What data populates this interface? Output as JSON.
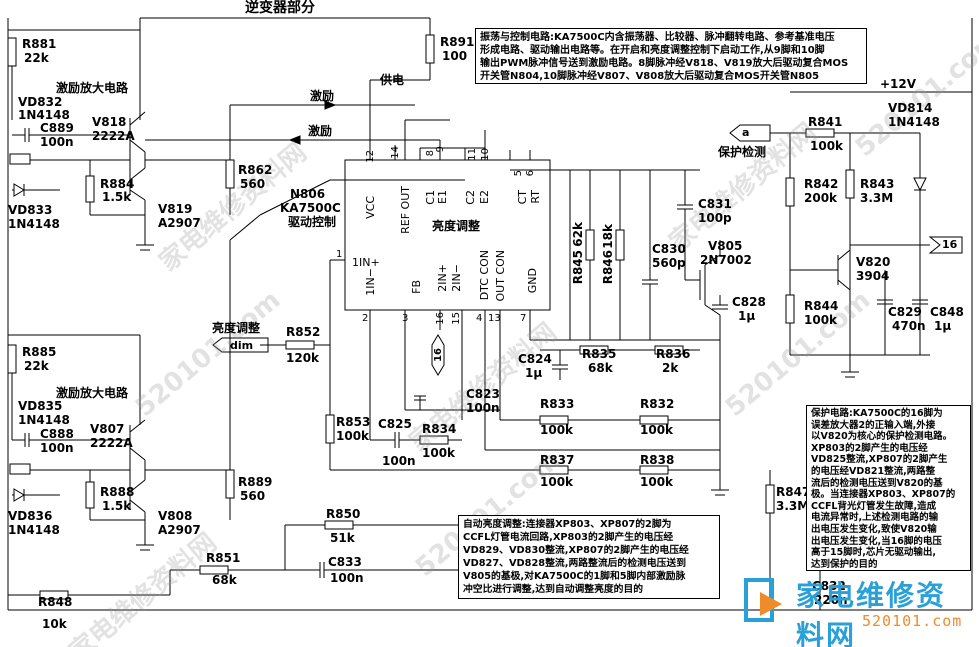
{
  "title": "逆变器部分",
  "sections": {
    "excite_top": "激励放大电路",
    "excite_bottom": "激励放大电路"
  },
  "signals": {
    "supply": "供电",
    "excite1": "激励",
    "excite2": "激励",
    "protect": "保护检测",
    "brightness": "亮度调整",
    "plus12v": "+12V"
  },
  "connectors": {
    "a": "a",
    "sixteen_right": "16",
    "sixteen_mid": "16",
    "dim": "dim"
  },
  "ic": {
    "ref": "N806",
    "part": "KA7500C",
    "desc": "驱动控制",
    "func": "亮度调整",
    "pins_top_names": [
      "VCC",
      "REF OUT",
      "C1",
      "E1",
      "C2",
      "E2",
      "CT",
      "RT"
    ],
    "pins_top_nums": [
      "12",
      "14",
      "8",
      "9",
      "11",
      "10",
      "5",
      "6"
    ],
    "pins_bottom_names": [
      "1IN−",
      "FB",
      "2IN+",
      "2IN−",
      "DTC CON",
      "OUT CON",
      "GND"
    ],
    "pins_bottom_nums": [
      "2",
      "3",
      "16",
      "15",
      "4",
      "13",
      "7"
    ],
    "pin_left_num": "1",
    "pin_left_name": "1IN+"
  },
  "components": {
    "R881": [
      "R881",
      "22k"
    ],
    "VD832": [
      "VD832",
      "1N4148"
    ],
    "C889": [
      "C889",
      "100n"
    ],
    "V818": [
      "V818",
      "2222A"
    ],
    "V819": [
      "V819",
      "A2907"
    ],
    "R884": [
      "R884",
      "1.5k"
    ],
    "VD833": [
      "VD833",
      "1N4148"
    ],
    "R862": [
      "R862",
      "560"
    ],
    "R891": [
      "R891",
      "100"
    ],
    "R885": [
      "R885",
      "22k"
    ],
    "VD835": [
      "VD835",
      "1N4148"
    ],
    "C888": [
      "C888",
      "100n"
    ],
    "V807": [
      "V807",
      "2222A"
    ],
    "V808": [
      "V808",
      "A2907"
    ],
    "R888": [
      "R888",
      "1.5k"
    ],
    "VD836": [
      "VD836",
      "1N4148"
    ],
    "R889": [
      "R889",
      "560"
    ],
    "R852": [
      "R852",
      "120k"
    ],
    "R853": [
      "R853",
      "100k"
    ],
    "C825": [
      "C825",
      "100n"
    ],
    "R834": [
      "R834",
      "100k"
    ],
    "C823": [
      "C823",
      "100n"
    ],
    "C824": [
      "C824",
      "1μ"
    ],
    "R835": [
      "R835",
      "68k"
    ],
    "R836": [
      "R836",
      "2k"
    ],
    "R833": [
      "R833",
      "100k"
    ],
    "R832": [
      "R832",
      "100k"
    ],
    "R837": [
      "R837",
      "100k"
    ],
    "R838": [
      "R838",
      "100k"
    ],
    "R845": [
      "R845",
      "62k"
    ],
    "R846": [
      "R846",
      "18k"
    ],
    "C830": [
      "C830",
      "560p"
    ],
    "C831": [
      "C831",
      "100p"
    ],
    "V805": [
      "V805",
      "2N7002"
    ],
    "C828": [
      "C828",
      "1μ"
    ],
    "R850": [
      "R850",
      "51k"
    ],
    "C833": [
      "C833",
      "100n"
    ],
    "R851": [
      "R851",
      "68k"
    ],
    "R848": [
      "R848",
      "10k"
    ],
    "R847": [
      "R847",
      "3.3M"
    ],
    "C832": [
      "C832",
      "220n"
    ],
    "R841": [
      "R841",
      "100k"
    ],
    "VD814": [
      "VD814",
      "1N4148"
    ],
    "R842": [
      "R842",
      "200k"
    ],
    "R843": [
      "R843",
      "3.3M"
    ],
    "V820": [
      "V820",
      "3904"
    ],
    "R844": [
      "R844",
      "100k"
    ],
    "C829": [
      "C829",
      "470n"
    ],
    "C848": [
      "C848",
      "1μ"
    ]
  },
  "notes": {
    "osc": [
      "振荡与控制电路:KA7500C内含振荡器、比较器、脉冲翻转电路、参考基准电压",
      "形成电路、驱动输出电路等。在开启和亮度调整控制下启动工作,从9脚和10脚",
      "输出PWM脉冲信号送到激励电路。8脚脉冲经V818、V819放大后驱动复合MOS",
      "开关管N804,10脚脉冲经V807、V808放大后驱动复合MOS开关管N805"
    ],
    "protect": [
      "保护电路:KA7500C的16脚为",
      "误差放大器2的正输入端,外接",
      "以V820为核心的保护检测电路。",
      "XP803的2脚产生的电压经",
      "VD825整流,XP807的2脚产生",
      "的电压经VD821整流,两路整",
      "流后的检测电压送到V820的基",
      "极。当连接器XP803、XP807的",
      "CCFL背光灯管发生故障,造成",
      "电流异常时,上述检测电路的输",
      "出电压发生变化,致使V820输",
      "出电压发生变化,当16脚的电压",
      "高于15脚时,芯片无驱动输出,",
      "达到保护的目的"
    ],
    "auto": [
      "自动亮度调整:连接器XP803、XP807的2脚为",
      "CCFL灯管电流回路,XP803的2脚产生的电压经",
      "VD829、VD830整流,XP807的2脚产生的电压经",
      "VD827、VD828整流,两路整流后的检测电压送到",
      "V805的基极,对KA7500C的1脚和5脚内部激励脉",
      "冲空比进行调整,达到自动调整亮度的目的"
    ]
  },
  "watermarks": [
    "家电维修资料网",
    "520101.com",
    "家电维修资料网",
    "520101.com",
    "家电维修资料网",
    "520101.com",
    "家电维修资料网",
    "520101.com"
  ],
  "logo": {
    "brand": "家电维修资料网",
    "url": "520101.com"
  }
}
